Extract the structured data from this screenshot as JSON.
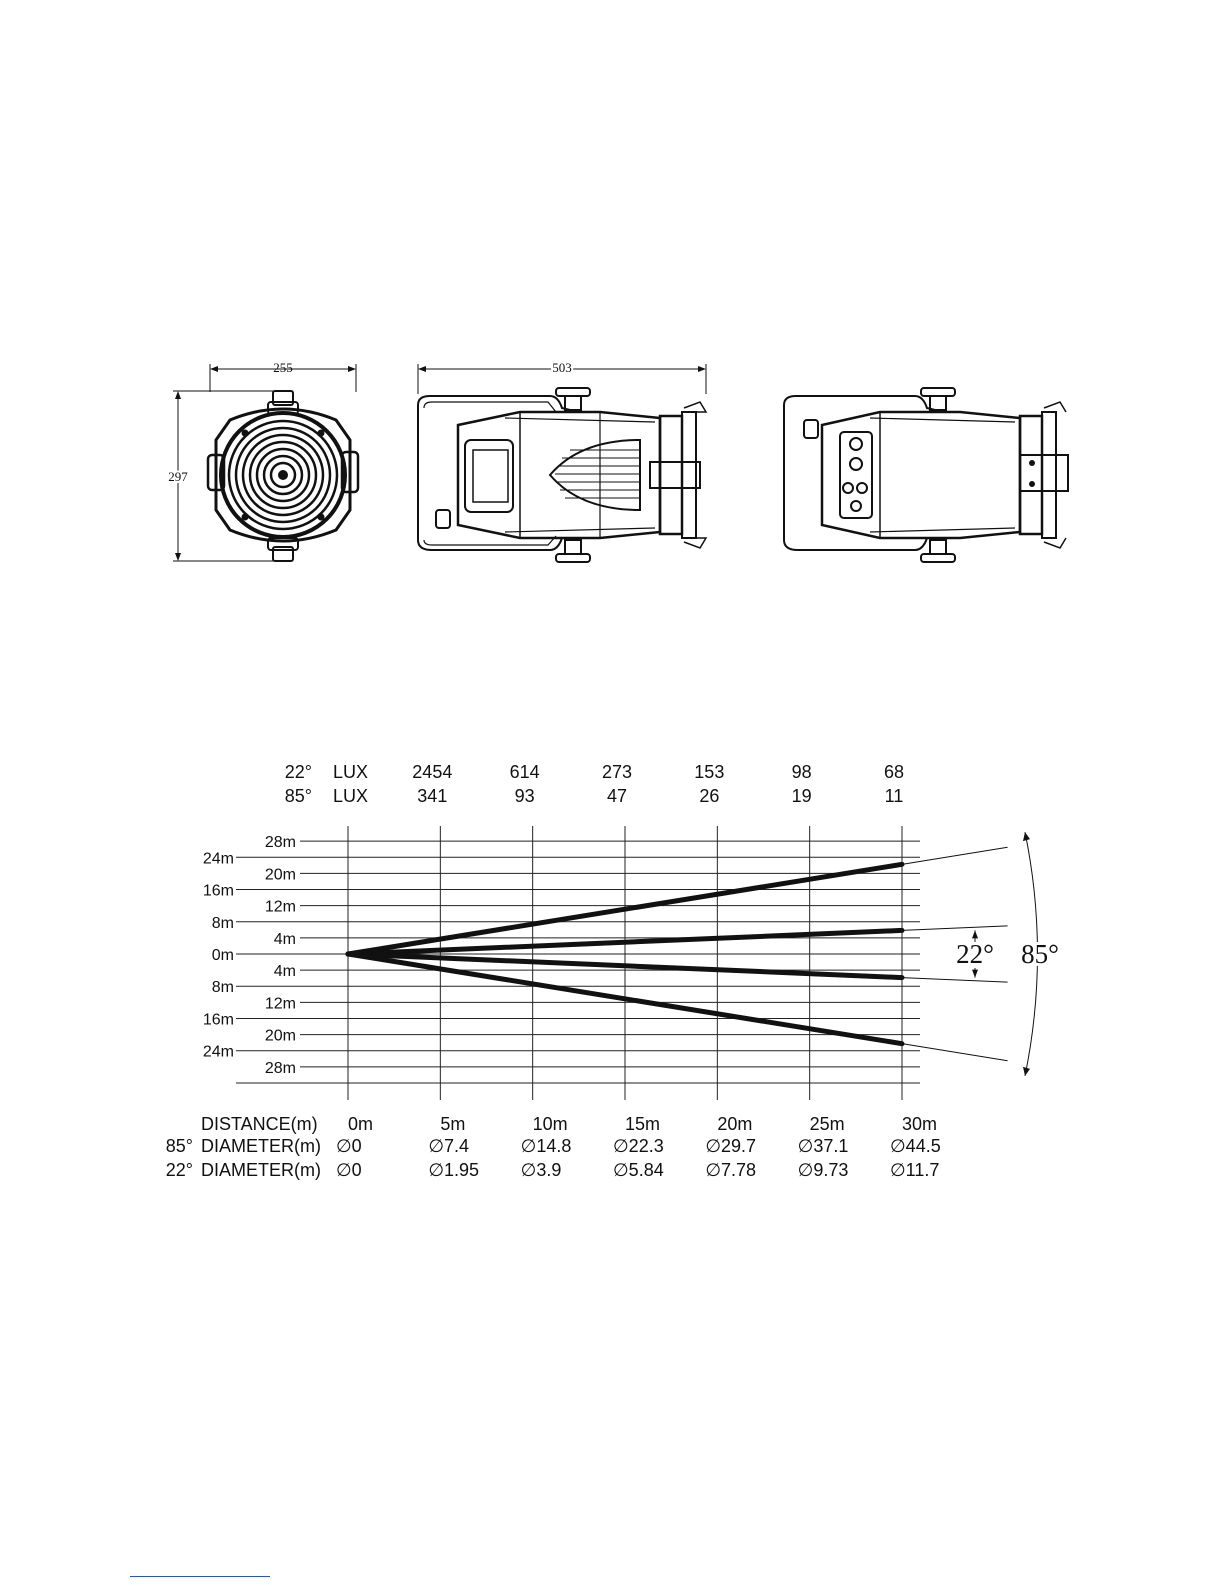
{
  "dimensions": {
    "front_width": "255",
    "front_height": "297",
    "side_length": "503"
  },
  "chart_data": {
    "type": "diagram",
    "lux_table": {
      "rows": [
        {
          "angle": "22°",
          "unit": "LUX",
          "values": [
            "2454",
            "614",
            "273",
            "153",
            "98",
            "68"
          ]
        },
        {
          "angle": "85°",
          "unit": "LUX",
          "values": [
            "341",
            "93",
            "47",
            "26",
            "19",
            "11"
          ]
        }
      ]
    },
    "y_labels_left": [
      "24m",
      "16m",
      "8m",
      "0m",
      "8m",
      "16m",
      "24m"
    ],
    "y_labels_right": [
      "28m",
      "20m",
      "12m",
      "4m",
      "4m",
      "12m",
      "20m",
      "28m"
    ],
    "distance": {
      "label": "DISTANCE(m)",
      "values": [
        "0m",
        "5m",
        "10m",
        "15m",
        "20m",
        "25m",
        "30m"
      ]
    },
    "diameter_rows": [
      {
        "angle": "85°",
        "label": "DIAMETER(m)",
        "values": [
          "∅0",
          "∅7.4",
          "∅14.8",
          "∅22.3",
          "∅29.7",
          "∅37.1",
          "∅44.5"
        ]
      },
      {
        "angle": "22°",
        "label": "DIAMETER(m)",
        "values": [
          "∅0",
          "∅1.95",
          "∅3.9",
          "∅5.84",
          "∅7.78",
          "∅9.73",
          "∅11.7"
        ]
      }
    ],
    "beams": [
      {
        "angle_label": "22°",
        "half_width_at_30m": 5.85
      },
      {
        "angle_label": "85°",
        "half_width_at_30m": 22.25
      }
    ],
    "x_range": [
      0,
      30
    ],
    "y_range": [
      -30,
      30
    ]
  }
}
